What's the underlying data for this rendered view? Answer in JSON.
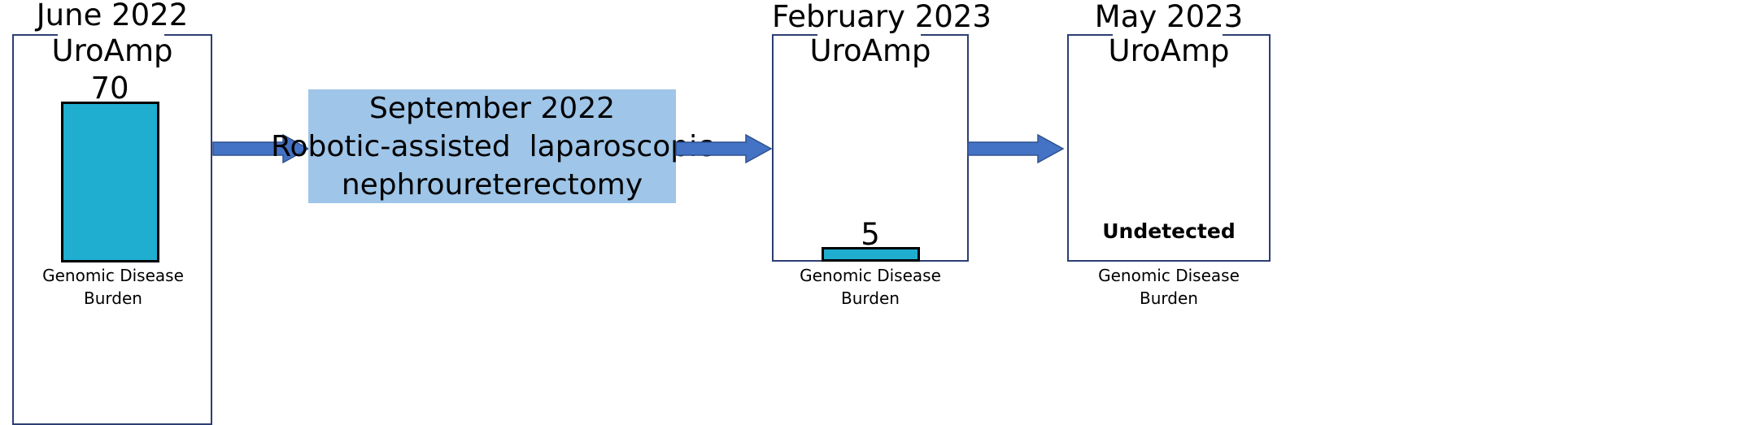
{
  "timepoints": [
    {
      "date": "June 2022",
      "assay": "UroAmp",
      "value": "70",
      "footer_line1": "Genomic Disease",
      "footer_line2": "Burden"
    },
    {
      "date": "February 2023",
      "assay": "UroAmp",
      "value": "5",
      "footer_line1": "Genomic Disease",
      "footer_line2": "Burden"
    },
    {
      "date": "May 2023",
      "assay": "UroAmp",
      "status": "Undetected",
      "footer_line1": "Genomic Disease",
      "footer_line2": "Burden"
    }
  ],
  "event": {
    "date": "September 2022",
    "line1": "Robotic-assisted  laparoscopic",
    "line2": "nephroureterectomy"
  },
  "colors": {
    "bar_fill": "#1fadd0",
    "event_box": "#9fc5e8",
    "arrow": "#4472c4",
    "frame": "#2c3e73"
  }
}
